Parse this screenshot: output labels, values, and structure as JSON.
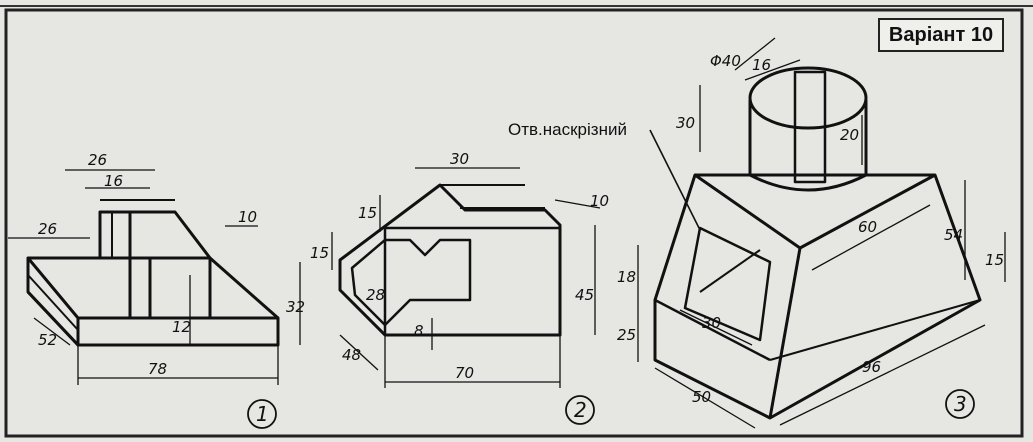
{
  "variant_label": "Варіант 10",
  "through_hole_note": "Отв.наскрізний",
  "part1": {
    "number": "1",
    "dims": {
      "top_width": "26",
      "slot": "16",
      "left_width": "26",
      "edge": "10",
      "height": "32",
      "step": "12",
      "depth": "52",
      "length": "78"
    }
  },
  "part2": {
    "number": "2",
    "dims": {
      "top": "30",
      "edge": "10",
      "h1": "15",
      "h2": "15",
      "height": "45",
      "inner": "28",
      "small": "8",
      "depth": "48",
      "length": "70"
    }
  },
  "part3": {
    "number": "3",
    "dims": {
      "diameter": "Φ40",
      "slot": "16",
      "cyl_height": "30",
      "slot_depth": "20",
      "top_len": "60",
      "side": "54",
      "right_h": "15",
      "hole_h": "18",
      "base_h": "25",
      "hole_w": "30",
      "width": "50",
      "length": "96"
    }
  }
}
